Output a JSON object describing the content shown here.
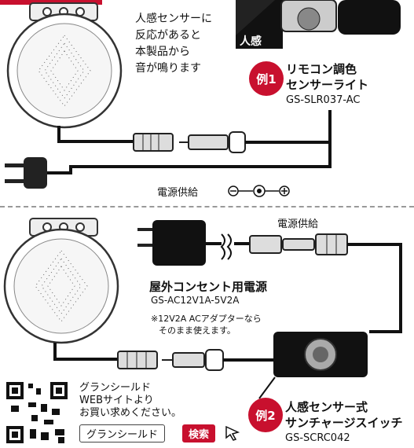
{
  "top": {
    "speaker_text_lines": [
      "人感センサーに",
      "反応があると",
      "本製品から",
      "音が鳴ります"
    ],
    "sensor_tag": "人感",
    "example_badge": "例1",
    "product_name_lines": [
      "リモコン調色",
      "センサーライト"
    ],
    "product_code": "GS-SLR037-AC",
    "power_label": "電源供給"
  },
  "bottom": {
    "power_label": "電源供給",
    "adapter_title": "屋外コンセント用電源",
    "adapter_code": "GS-AC12V1A-5V2A",
    "adapter_note_lines": [
      "※12V2A ACアダプターなら",
      "そのまま使えます。"
    ],
    "example_badge": "例2",
    "switch_name_lines": [
      "人感センサー式",
      "サンチャージスイッチ"
    ],
    "switch_code": "GS-SCRC042",
    "shop_text_lines": [
      "グランシールド",
      "WEBサイトより",
      "お買い求めください。"
    ],
    "search_box_text": "グランシールド",
    "search_button": "検索"
  },
  "colors": {
    "accent": "#c8102e",
    "speaker": "#3a3a3a"
  }
}
